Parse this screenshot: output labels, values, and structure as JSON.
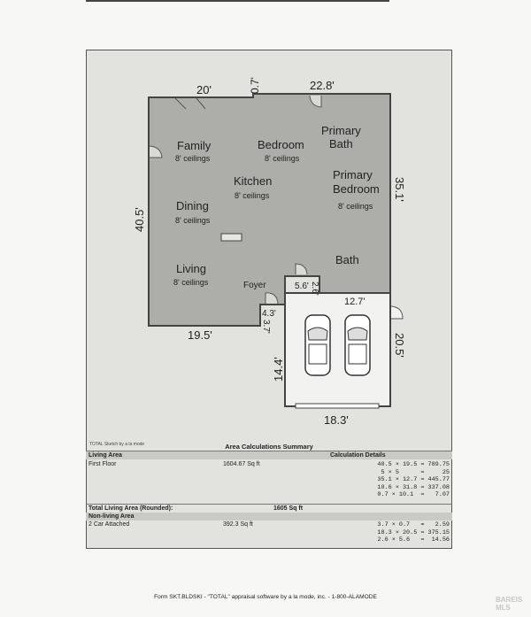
{
  "plan": {
    "dims": {
      "top_left": "20'",
      "top_mid": "0.7'",
      "top_right": "22.8'",
      "left": "40.5'",
      "right": "35.1'",
      "bottom_left": "19.5'",
      "bath_w": "5.6'",
      "bath_h": "2.6'",
      "garage_top": "12.7'",
      "notch_w": "4.3'",
      "notch_h": "3.7'",
      "garage_left": "14.4'",
      "garage_right": "20.5'",
      "garage_bottom": "18.3'"
    },
    "rooms": {
      "family": "Family",
      "family_ceil": "8' ceilings",
      "bedroom": "Bedroom",
      "bedroom_ceil": "8' ceilings",
      "primary_bath_1": "Primary",
      "primary_bath_2": "Bath",
      "kitchen": "Kitchen",
      "kitchen_ceil": "8' ceilings",
      "primary_bed_1": "Primary",
      "primary_bed_2": "Bedroom",
      "primary_bed_ceil": "8' ceilings",
      "dining": "Dining",
      "dining_ceil": "8' ceilings",
      "bath": "Bath",
      "living": "Living",
      "living_ceil": "8' ceilings",
      "foyer": "Foyer"
    },
    "sketch_credit": "TOTAL Sketch by a la mode"
  },
  "summary": {
    "title": "Area Calculations Summary",
    "living_area_label": "Living Area",
    "calc_details_label": "Calculation Details",
    "first_floor_label": "First Floor",
    "first_floor_sqft": "1604.67 Sq ft",
    "living_calcs": "40.5 × 19.5 = 789.75\n5 × 5      =     25\n35.1 × 12.7 = 445.77\n10.6 × 31.8 = 337.08\n0.7 × 10.1  =   7.07",
    "total_label": "Total Living Area (Rounded):",
    "total_sqft": "1605 Sq ft",
    "nonliving_label": "Non-living Area",
    "garage_label": "2 Car Attached",
    "garage_sqft": "392.3 Sq ft",
    "garage_calcs": "3.7 × 0.7   =   2.59\n18.3 × 20.5 = 375.15\n2.6 × 5.6   =  14.56"
  },
  "footer": "Form SKT.BLDSKI - \"TOTAL\" appraisal software by a la mode, inc. - 1-800-ALAMODE",
  "watermark": "BAREIS MLS"
}
